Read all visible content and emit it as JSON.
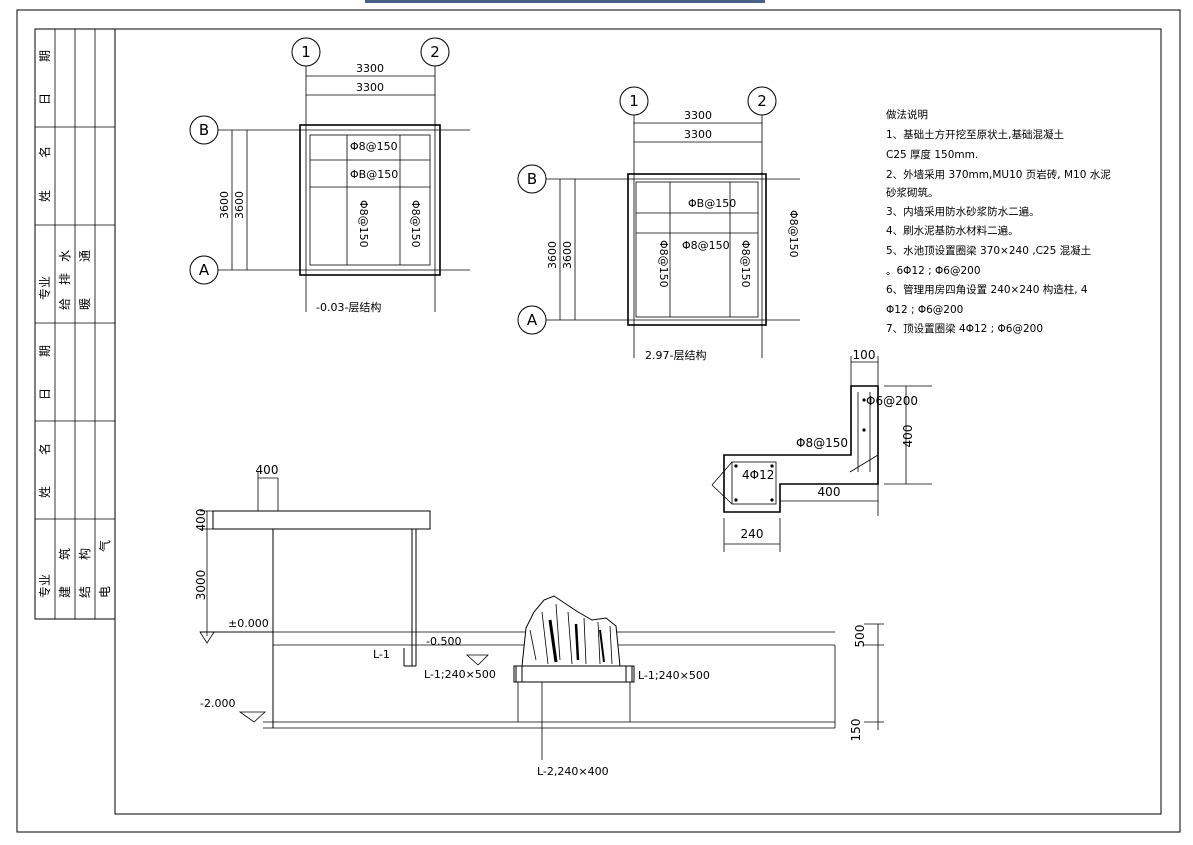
{
  "title_block": {
    "groups": [
      {
        "label": "专业",
        "chars": [
          "给",
          "排",
          "水",
          "通",
          "暖"
        ]
      },
      {
        "label": "专业",
        "chars": [
          "建",
          "筑",
          "结",
          "构",
          "电",
          "气"
        ]
      }
    ],
    "sign_rows": [
      {
        "field_a": "日",
        "field_b": "期"
      },
      {
        "field_a": "姓",
        "field_b": "名"
      },
      {
        "field_a": "日",
        "field_b": "期"
      },
      {
        "field_a": "姓",
        "field_b": "名"
      }
    ]
  },
  "plan_1": {
    "axes_top": [
      "1",
      "2"
    ],
    "axes_side": [
      "B",
      "A"
    ],
    "dim_top_outer": "3300",
    "dim_top_inner": "3300",
    "dim_side_outer": "3600",
    "dim_side_inner": "3600",
    "rebar_1": "Φ8@150",
    "rebar_2": "ΦB@150",
    "rebar_3": "Φ8@150",
    "rebar_4": "Φ8@150",
    "caption": "-0.03-层结构"
  },
  "plan_2": {
    "axes_top": [
      "1",
      "2"
    ],
    "axes_side": [
      "B",
      "A"
    ],
    "dim_top_outer": "3300",
    "dim_top_inner": "3300",
    "dim_side_outer": "3600",
    "dim_side_inner": "3600",
    "rebar_1": "ΦB@150",
    "rebar_2": "Φ8@150",
    "rebar_3": "Φ8@150",
    "rebar_4": "Φ8@150",
    "rebar_5": "Φ8@150",
    "caption": "2.97-层结构"
  },
  "notes": {
    "heading": "做法说明",
    "lines": [
      "1、基础土方开挖至原状土,基础混凝土",
      "C25 厚度    150mm.",
      "2、外墙采用         370mm,MU10  页岩砖,        M10 水泥",
      "砂浆砌筑。",
      "3、内墙采用防水砂浆防水二遍。",
      "4、刷水泥基防水材料二遍。",
      "5、水池顶设置圈梁         370×240  ,C25 混凝土",
      "。6Φ12 ;  Φ6@200",
      "6、管理用房四角设置            240×240  构造柱,          4",
      "Φ12 ;  Φ6@200",
      "7、顶设置圈梁          4Φ12 ;  Φ6@200"
    ]
  },
  "detail": {
    "dim_top": "100",
    "stirrup": "Φ6@200",
    "rebar": "Φ8@150",
    "main_bars": "4Φ12",
    "dim_right": "400",
    "dim_bottom_mid": "400",
    "dim_bottom": "240"
  },
  "section": {
    "dim_top": "400",
    "dim_left_top": "400",
    "dim_left": "3000",
    "level_0": "±0.000",
    "level_1": "-0.500",
    "level_2": "-2.000",
    "beam_l1": "L-1",
    "beam_l1a": "L-1;240×500",
    "beam_l1b": "L-1;240×500",
    "beam_l2": "L-2,240×400",
    "dim_right_1": "500",
    "dim_right_2": "150"
  }
}
